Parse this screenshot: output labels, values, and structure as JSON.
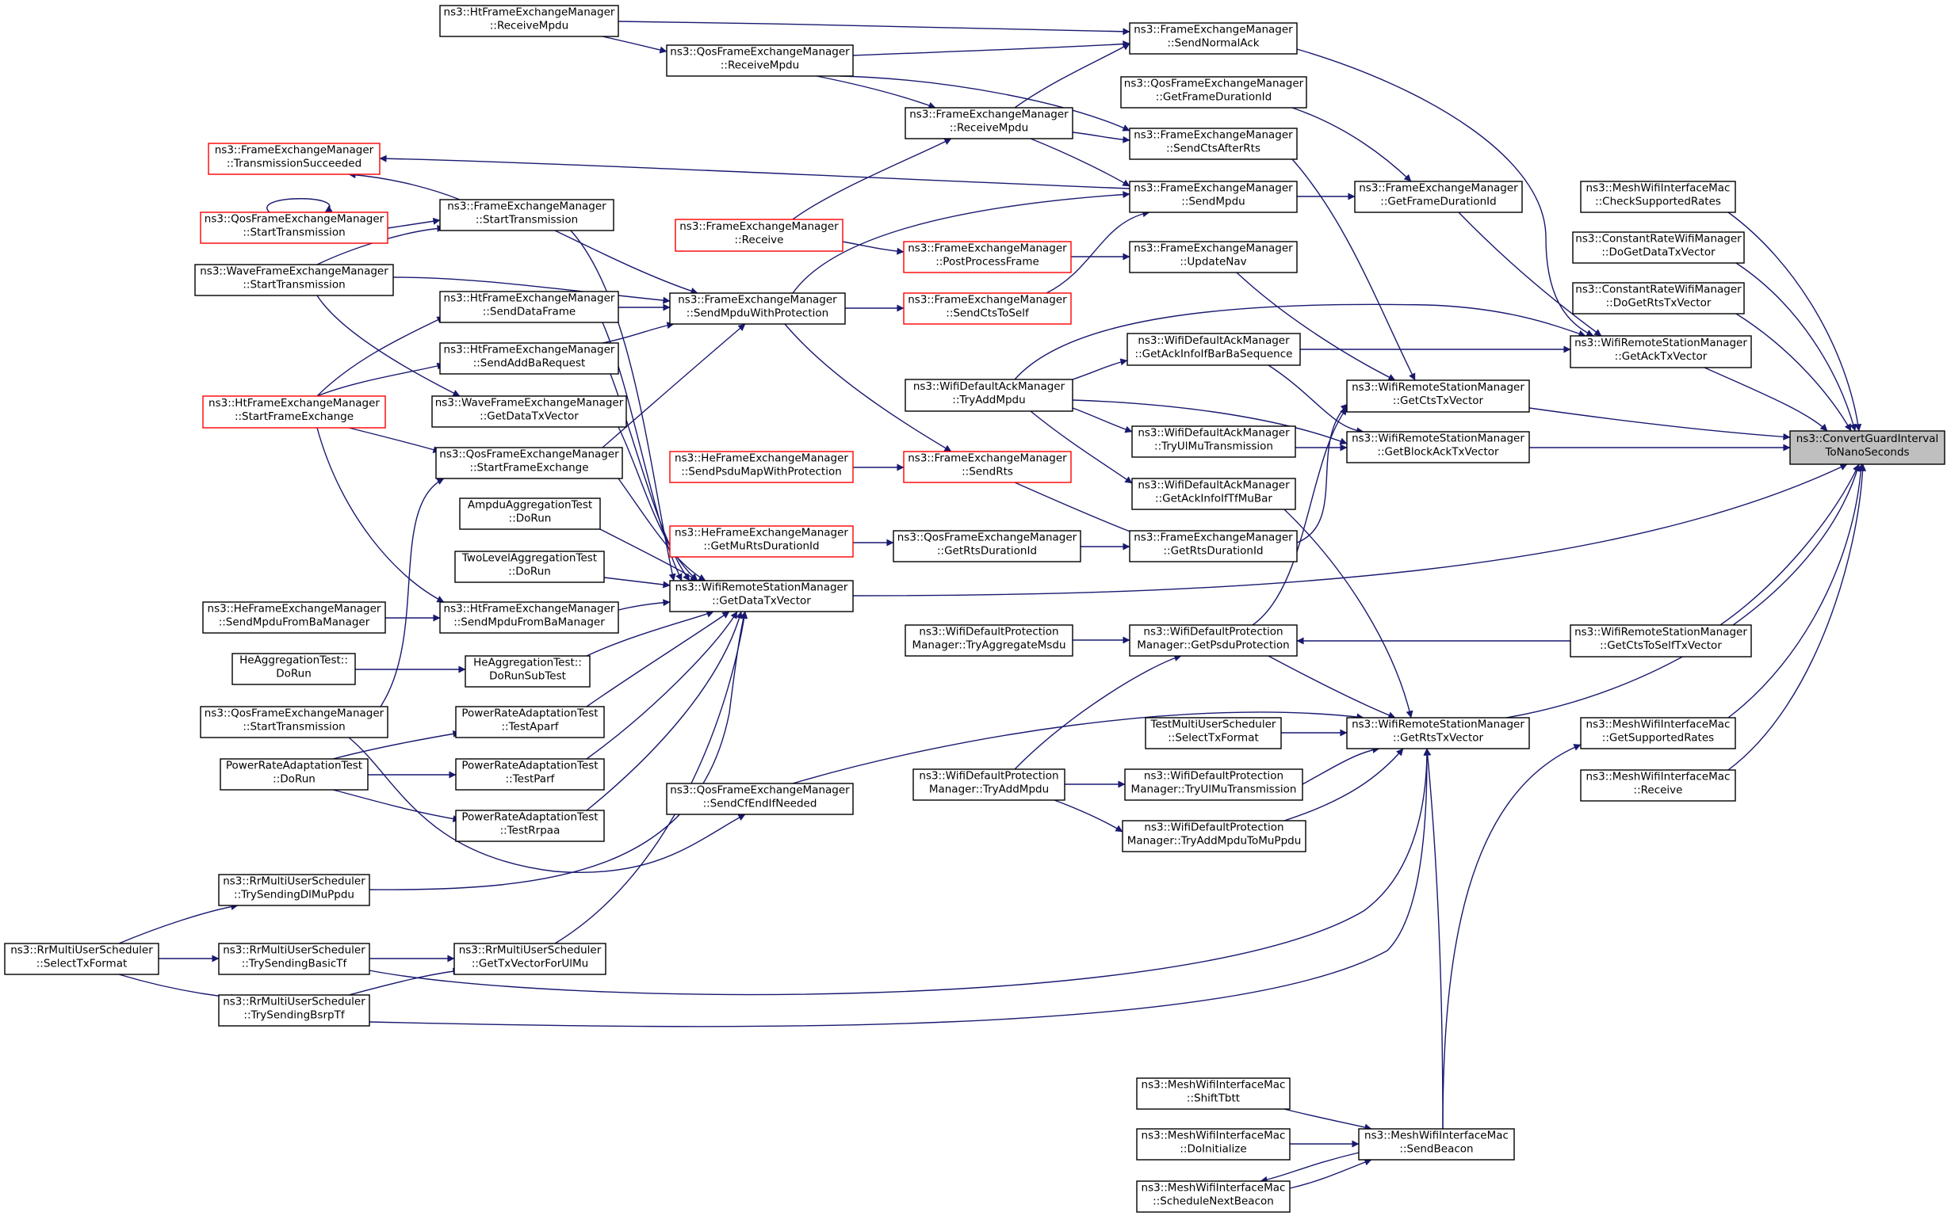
{
  "colors": {
    "edge": "#191970",
    "node_border": "#000000",
    "truncated_border": "#ff0000",
    "root_fill": "#bfbfbf",
    "background": "#ffffff"
  },
  "nodes": [
    {
      "id": "root",
      "lines": [
        "ns3::ConvertGuardInterval",
        "ToNanoSeconds"
      ],
      "style": "root"
    },
    {
      "id": "mwim_check",
      "lines": [
        "ns3::MeshWifiInterfaceMac",
        "::CheckSupportedRates"
      ],
      "style": "normal"
    },
    {
      "id": "crwm_data",
      "lines": [
        "ns3::ConstantRateWifiManager",
        "::DoGetDataTxVector"
      ],
      "style": "normal"
    },
    {
      "id": "crwm_rts",
      "lines": [
        "ns3::ConstantRateWifiManager",
        "::DoGetRtsTxVector"
      ],
      "style": "normal"
    },
    {
      "id": "wrsm_ack",
      "lines": [
        "ns3::WifiRemoteStationManager",
        "::GetAckTxVector"
      ],
      "style": "normal"
    },
    {
      "id": "wrsm_cts",
      "lines": [
        "ns3::WifiRemoteStationManager",
        "::GetCtsTxVector"
      ],
      "style": "normal"
    },
    {
      "id": "wrsm_back",
      "lines": [
        "ns3::WifiRemoteStationManager",
        "::GetBlockAckTxVector"
      ],
      "style": "normal"
    },
    {
      "id": "wrsm_ctsself",
      "lines": [
        "ns3::WifiRemoteStationManager",
        "::GetCtsToSelfTxVector"
      ],
      "style": "normal"
    },
    {
      "id": "wrsm_rts",
      "lines": [
        "ns3::WifiRemoteStationManager",
        "::GetRtsTxVector"
      ],
      "style": "normal"
    },
    {
      "id": "mwim_getsup",
      "lines": [
        "ns3::MeshWifiInterfaceMac",
        "::GetSupportedRates"
      ],
      "style": "normal"
    },
    {
      "id": "mwim_receive",
      "lines": [
        "ns3::MeshWifiInterfaceMac",
        "::Receive"
      ],
      "style": "normal"
    },
    {
      "id": "fem_sendnormalack",
      "lines": [
        "ns3::FrameExchangeManager",
        "::SendNormalAck"
      ],
      "style": "normal"
    },
    {
      "id": "qfem_getfdi",
      "lines": [
        "ns3::QosFrameExchangeManager",
        "::GetFrameDurationId"
      ],
      "style": "normal"
    },
    {
      "id": "fem_sendctsafterrts",
      "lines": [
        "ns3::FrameExchangeManager",
        "::SendCtsAfterRts"
      ],
      "style": "normal"
    },
    {
      "id": "fem_sendmpdu",
      "lines": [
        "ns3::FrameExchangeManager",
        "::SendMpdu"
      ],
      "style": "normal"
    },
    {
      "id": "fem_getfdi",
      "lines": [
        "ns3::FrameExchangeManager",
        "::GetFrameDurationId"
      ],
      "style": "normal"
    },
    {
      "id": "fem_updatenav",
      "lines": [
        "ns3::FrameExchangeManager",
        "::UpdateNav"
      ],
      "style": "normal"
    },
    {
      "id": "wdam_getbarba",
      "lines": [
        "ns3::WifiDefaultAckManager",
        "::GetAckInfoIfBarBaSequence"
      ],
      "style": "normal"
    },
    {
      "id": "wdam_tryulmu",
      "lines": [
        "ns3::WifiDefaultAckManager",
        "::TryUlMuTransmission"
      ],
      "style": "normal"
    },
    {
      "id": "wdam_gettfmubar",
      "lines": [
        "ns3::WifiDefaultAckManager",
        "::GetAckInfoIfTfMuBar"
      ],
      "style": "normal"
    },
    {
      "id": "fem_getrtsdi",
      "lines": [
        "ns3::FrameExchangeManager",
        "::GetRtsDurationId"
      ],
      "style": "normal"
    },
    {
      "id": "wdpm_getpsdu",
      "lines": [
        "ns3::WifiDefaultProtection",
        "Manager::GetPsduProtection"
      ],
      "style": "normal"
    },
    {
      "id": "tmus_select",
      "lines": [
        "TestMultiUserScheduler",
        "::SelectTxFormat"
      ],
      "style": "normal"
    },
    {
      "id": "wdpm_tryulmu",
      "lines": [
        "ns3::WifiDefaultProtection",
        "Manager::TryUlMuTransmission"
      ],
      "style": "normal"
    },
    {
      "id": "wdpm_tryaddmu",
      "lines": [
        "ns3::WifiDefaultProtection",
        "Manager::TryAddMpduToMuPpdu"
      ],
      "style": "normal"
    },
    {
      "id": "mwim_sendbeacon",
      "lines": [
        "ns3::MeshWifiInterfaceMac",
        "::SendBeacon"
      ],
      "style": "normal"
    },
    {
      "id": "mwim_shift",
      "lines": [
        "ns3::MeshWifiInterfaceMac",
        "::ShiftTbtt"
      ],
      "style": "normal"
    },
    {
      "id": "mwim_doinit",
      "lines": [
        "ns3::MeshWifiInterfaceMac",
        "::DoInitialize"
      ],
      "style": "normal"
    },
    {
      "id": "mwim_schedule",
      "lines": [
        "ns3::MeshWifiInterfaceMac",
        "::ScheduleNextBeacon"
      ],
      "style": "normal"
    },
    {
      "id": "fem_receivempdu",
      "lines": [
        "ns3::FrameExchangeManager",
        "::ReceiveMpdu"
      ],
      "style": "normal"
    },
    {
      "id": "fem_receive",
      "lines": [
        "ns3::FrameExchangeManager",
        "::Receive"
      ],
      "style": "red"
    },
    {
      "id": "fem_postprocess",
      "lines": [
        "ns3::FrameExchangeManager",
        "::PostProcessFrame"
      ],
      "style": "red"
    },
    {
      "id": "fem_sendctstoself",
      "lines": [
        "ns3::FrameExchangeManager",
        "::SendCtsToSelf"
      ],
      "style": "red"
    },
    {
      "id": "wdam_tryaddmpdu",
      "lines": [
        "ns3::WifiDefaultAckManager",
        "::TryAddMpdu"
      ],
      "style": "normal"
    },
    {
      "id": "hefem_sendpsdu",
      "lines": [
        "ns3::HeFrameExchangeManager",
        "::SendPsduMapWithProtection"
      ],
      "style": "red"
    },
    {
      "id": "fem_sendrts",
      "lines": [
        "ns3::FrameExchangeManager",
        "::SendRts"
      ],
      "style": "red"
    },
    {
      "id": "hefem_getmurts",
      "lines": [
        "ns3::HeFrameExchangeManager",
        "::GetMuRtsDurationId"
      ],
      "style": "red"
    },
    {
      "id": "qfem_getrtsdi",
      "lines": [
        "ns3::QosFrameExchangeManager",
        "::GetRtsDurationId"
      ],
      "style": "normal"
    },
    {
      "id": "wdpm_trymsdu",
      "lines": [
        "ns3::WifiDefaultProtection",
        "Manager::TryAggregateMsdu"
      ],
      "style": "normal"
    },
    {
      "id": "wdpm_tryaddmpdu",
      "lines": [
        "ns3::WifiDefaultProtection",
        "Manager::TryAddMpdu"
      ],
      "style": "normal"
    },
    {
      "id": "htfem_receivempdu",
      "lines": [
        "ns3::HtFrameExchangeManager",
        "::ReceiveMpdu"
      ],
      "style": "normal"
    },
    {
      "id": "qfem_receivempdu",
      "lines": [
        "ns3::QosFrameExchangeManager",
        "::ReceiveMpdu"
      ],
      "style": "normal"
    },
    {
      "id": "fem_sendmpduwp",
      "lines": [
        "ns3::FrameExchangeManager",
        "::SendMpduWithProtection"
      ],
      "style": "normal"
    },
    {
      "id": "wrsm_data",
      "lines": [
        "ns3::WifiRemoteStationManager",
        "::GetDataTxVector"
      ],
      "style": "normal"
    },
    {
      "id": "qfem_sendcfend",
      "lines": [
        "ns3::QosFrameExchangeManager",
        "::SendCfEndIfNeeded"
      ],
      "style": "normal"
    },
    {
      "id": "fem_transsucc",
      "lines": [
        "ns3::FrameExchangeManager",
        "::TransmissionSucceeded"
      ],
      "style": "red"
    },
    {
      "id": "fem_starttx",
      "lines": [
        "ns3::FrameExchangeManager",
        "::StartTransmission"
      ],
      "style": "normal"
    },
    {
      "id": "qfem_starttx_red",
      "lines": [
        "ns3::QosFrameExchangeManager",
        "::StartTransmission"
      ],
      "style": "red"
    },
    {
      "id": "wfem_starttx",
      "lines": [
        "ns3::WaveFrameExchangeManager",
        "::StartTransmission"
      ],
      "style": "normal"
    },
    {
      "id": "htfem_senddata",
      "lines": [
        "ns3::HtFrameExchangeManager",
        "::SendDataFrame"
      ],
      "style": "normal"
    },
    {
      "id": "htfem_sendaddba",
      "lines": [
        "ns3::HtFrameExchangeManager",
        "::SendAddBaRequest"
      ],
      "style": "normal"
    },
    {
      "id": "wfem_getdata",
      "lines": [
        "ns3::WaveFrameExchangeManager",
        "::GetDataTxVector"
      ],
      "style": "normal"
    },
    {
      "id": "htfem_startfe",
      "lines": [
        "ns3::HtFrameExchangeManager",
        "::StartFrameExchange"
      ],
      "style": "red"
    },
    {
      "id": "qfem_startfe",
      "lines": [
        "ns3::QosFrameExchangeManager",
        "::StartFrameExchange"
      ],
      "style": "normal"
    },
    {
      "id": "ampdu_dorun",
      "lines": [
        "AmpduAggregationTest",
        "::DoRun"
      ],
      "style": "normal"
    },
    {
      "id": "twolevel_dorun",
      "lines": [
        "TwoLevelAggregationTest",
        "::DoRun"
      ],
      "style": "normal"
    },
    {
      "id": "hefem_sendmpdubam",
      "lines": [
        "ns3::HeFrameExchangeManager",
        "::SendMpduFromBaManager"
      ],
      "style": "normal"
    },
    {
      "id": "htfem_sendmpdubam",
      "lines": [
        "ns3::HtFrameExchangeManager",
        "::SendMpduFromBaManager"
      ],
      "style": "normal"
    },
    {
      "id": "heagg_dorun",
      "lines": [
        "HeAggregationTest::",
        "DoRun"
      ],
      "style": "normal"
    },
    {
      "id": "heagg_dorunsub",
      "lines": [
        "HeAggregationTest::",
        "DoRunSubTest"
      ],
      "style": "normal"
    },
    {
      "id": "qfem_starttx",
      "lines": [
        "ns3::QosFrameExchangeManager",
        "::StartTransmission"
      ],
      "style": "normal"
    },
    {
      "id": "prat_dorun",
      "lines": [
        "PowerRateAdaptationTest",
        "::DoRun"
      ],
      "style": "normal"
    },
    {
      "id": "prat_aparf",
      "lines": [
        "PowerRateAdaptationTest",
        "::TestAparf"
      ],
      "style": "normal"
    },
    {
      "id": "prat_parf",
      "lines": [
        "PowerRateAdaptationTest",
        "::TestParf"
      ],
      "style": "normal"
    },
    {
      "id": "prat_rrpaa",
      "lines": [
        "PowerRateAdaptationTest",
        "::TestRrpaa"
      ],
      "style": "normal"
    },
    {
      "id": "rrmus_trydl",
      "lines": [
        "ns3::RrMultiUserScheduler",
        "::TrySendingDlMuPpdu"
      ],
      "style": "normal"
    },
    {
      "id": "rrmus_select",
      "lines": [
        "ns3::RrMultiUserScheduler",
        "::SelectTxFormat"
      ],
      "style": "normal"
    },
    {
      "id": "rrmus_trybasic",
      "lines": [
        "ns3::RrMultiUserScheduler",
        "::TrySendingBasicTf"
      ],
      "style": "normal"
    },
    {
      "id": "rrmus_trybsrp",
      "lines": [
        "ns3::RrMultiUserScheduler",
        "::TrySendingBsrpTf"
      ],
      "style": "normal"
    },
    {
      "id": "rrmus_gettxul",
      "lines": [
        "ns3::RrMultiUserScheduler",
        "::GetTxVectorForUlMu"
      ],
      "style": "normal"
    }
  ]
}
